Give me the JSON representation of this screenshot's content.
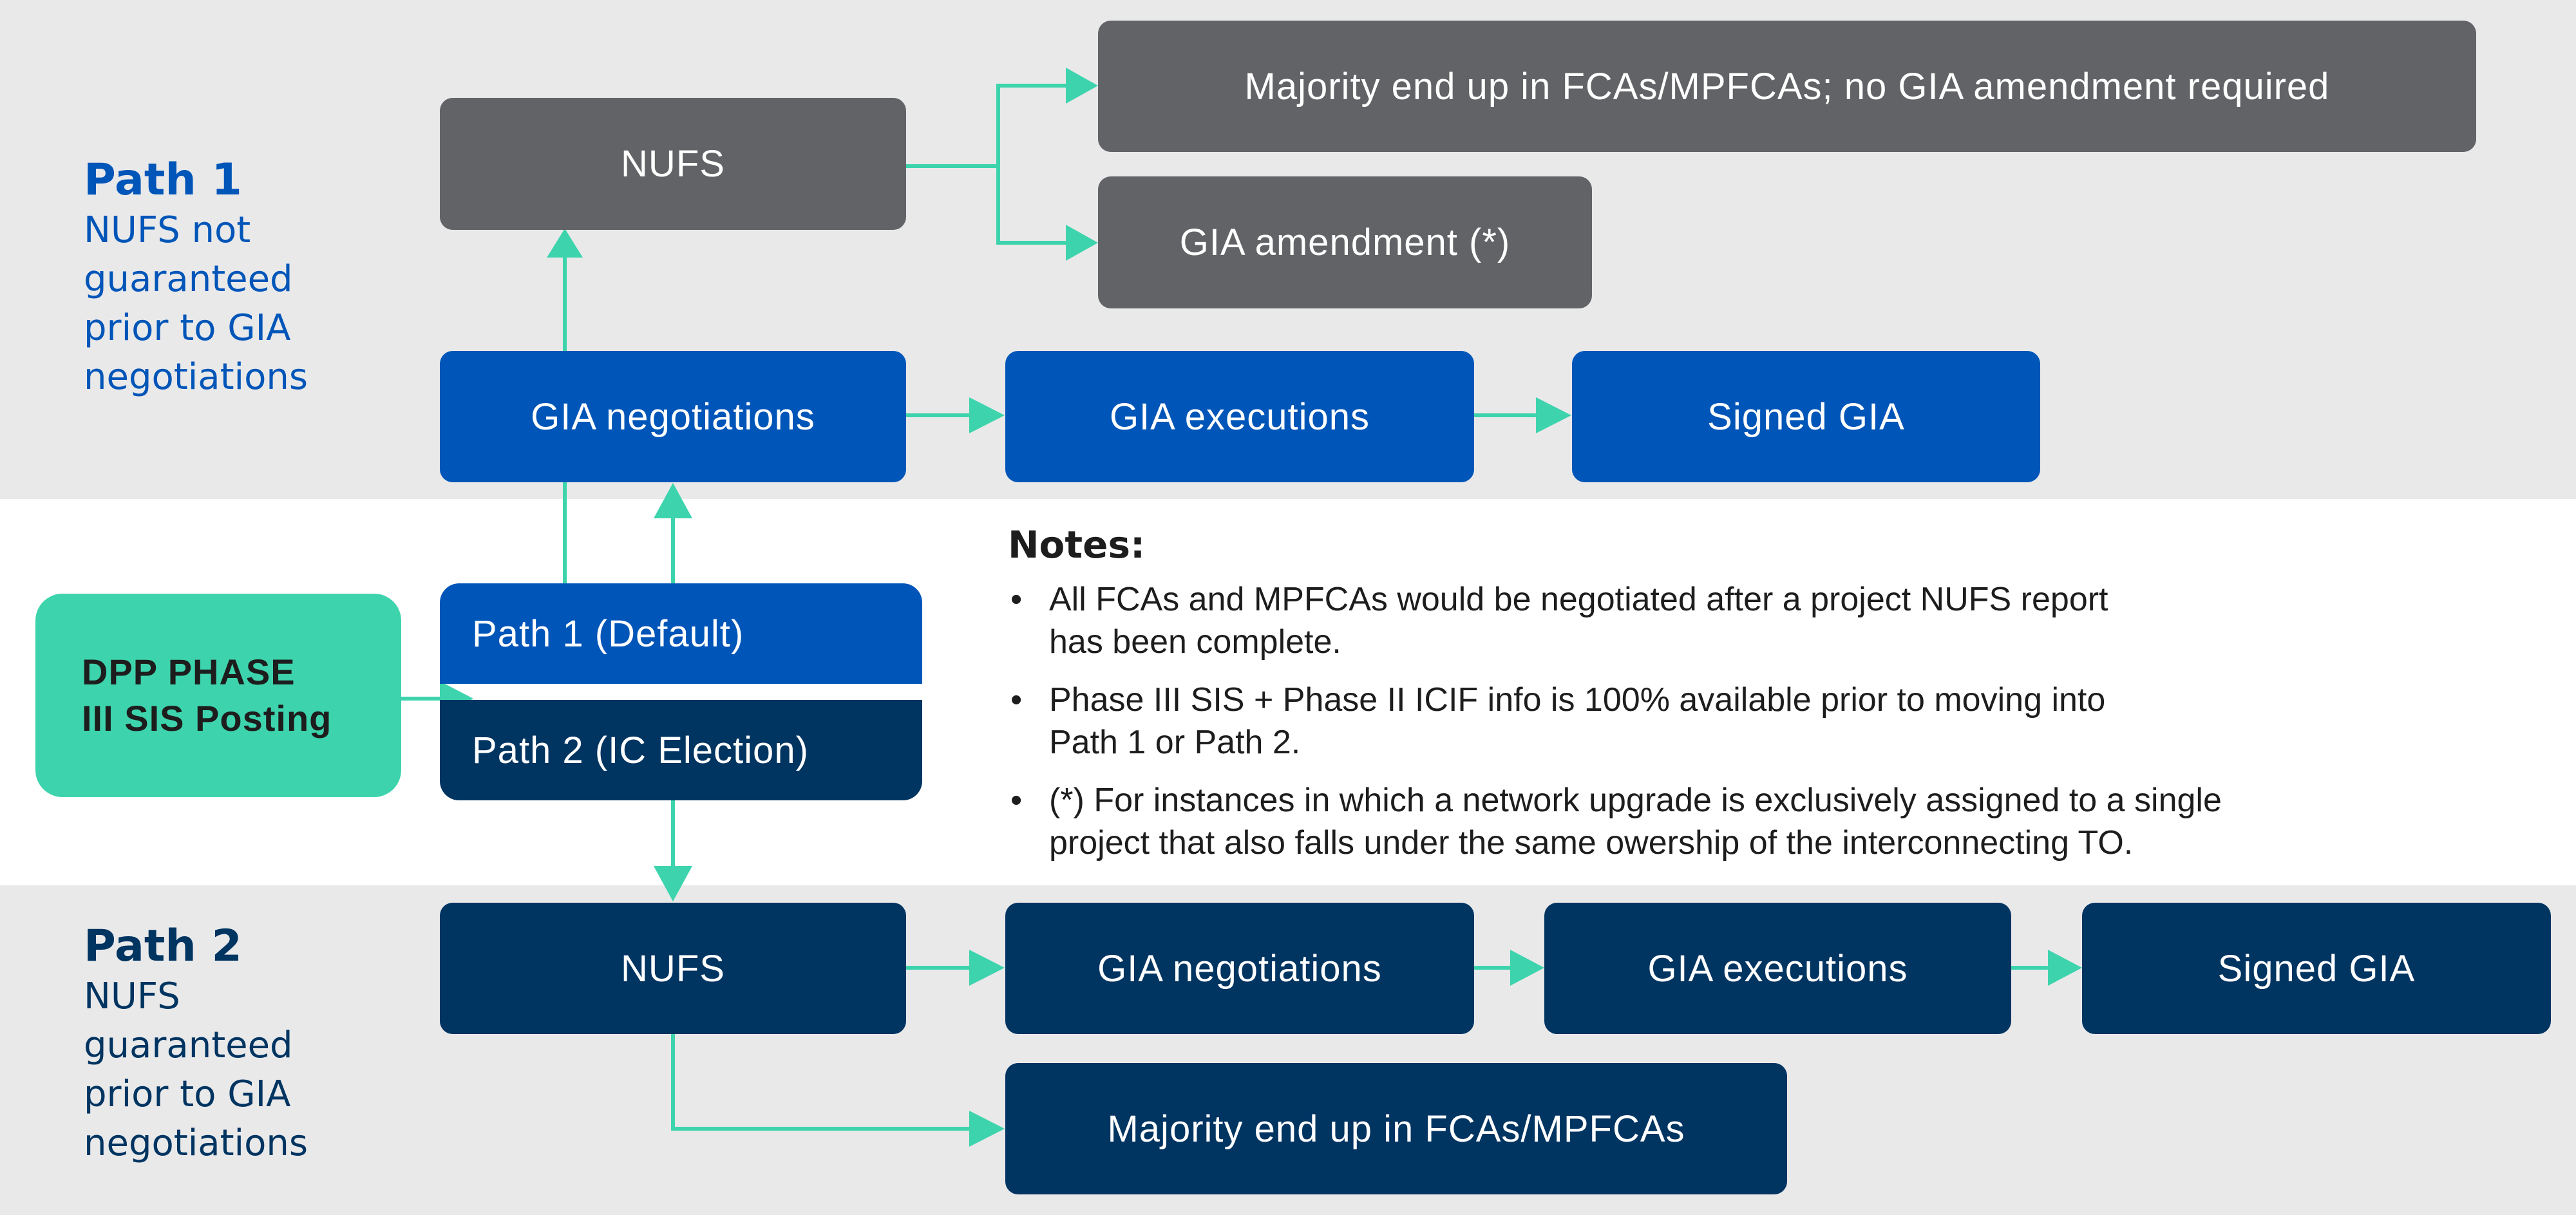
{
  "path1": {
    "title": "Path 1",
    "description": "NUFS not guaranteed prior to GIA negotiations",
    "nufs": "NUFS",
    "majority": "Majority end up in FCAs/MPFCAs; no GIA amendment required",
    "amendment": "GIA amendment (*)",
    "negotiations": "GIA negotiations",
    "executions": "GIA executions",
    "signed": "Signed GIA"
  },
  "start": {
    "line1": "DPP PHASE",
    "line2": "III SIS Posting"
  },
  "choices": {
    "path1": "Path 1 (Default)",
    "path2": "Path 2 (IC Election)"
  },
  "notes": {
    "title": "Notes:",
    "items": [
      {
        "line1": "All FCAs and MPFCAs would be negotiated after a project NUFS report",
        "line2": "has been complete."
      },
      {
        "line1": "Phase III SIS + Phase II ICIF info is 100% available prior to moving into",
        "line2": "Path 1 or Path 2."
      },
      {
        "line1": "(*) For instances in which a network upgrade is exclusively assigned to a single",
        "line2": "project that also falls under the same owership of the interconnecting TO."
      }
    ]
  },
  "path2": {
    "title": "Path 2",
    "description": "NUFS guaranteed prior to GIA negotiations",
    "nufs": "NUFS",
    "negotiations": "GIA negotiations",
    "executions": "GIA executions",
    "signed": "Signed GIA",
    "majority": "Majority end up in FCAs/MPFCAs"
  },
  "colors": {
    "gray": "#626366",
    "blue": "#0055b8",
    "navy": "#003461",
    "green": "#3dd4ad",
    "band": "#e9e9ea"
  }
}
